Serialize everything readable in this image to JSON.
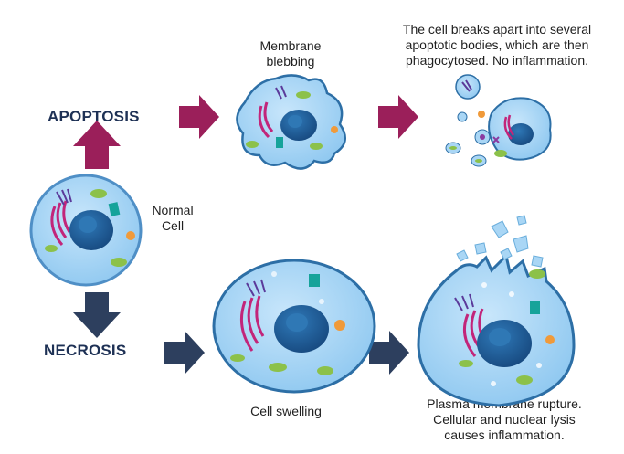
{
  "labels": {
    "apoptosis": "APOPTOSIS",
    "necrosis": "NECROSIS",
    "normal_cell_line1": "Normal",
    "normal_cell_line2": "Cell",
    "membrane_line1": "Membrane",
    "membrane_line2": "blebbing",
    "apoptotic_line1": "The cell breaks apart into several",
    "apoptotic_line2": "apoptotic bodies, which are then",
    "apoptotic_line3": "phagocytosed. No inflammation.",
    "swelling": "Cell swelling",
    "rupture_line1": "Plasma membrane rupture.",
    "rupture_line2": "Cellular and nuclear lysis",
    "rupture_line3": "causes inflammation."
  },
  "colors": {
    "apoptosis_arrow": "#9b1f5a",
    "necrosis_arrow": "#2d3f5e",
    "cytoplasm": "#a9d6f5",
    "cell_outline": "#2d6fa6",
    "nucleus": "#1e5d9b",
    "golgi": "#c2257a",
    "mitochondria": "#8cc14a",
    "er": "#5b3a9a",
    "lysosome": "#f09a3a",
    "vesicle": "#16a39a"
  },
  "icons": {
    "up": "arrow-up-icon",
    "down": "arrow-down-icon",
    "right": "arrow-right-icon"
  }
}
